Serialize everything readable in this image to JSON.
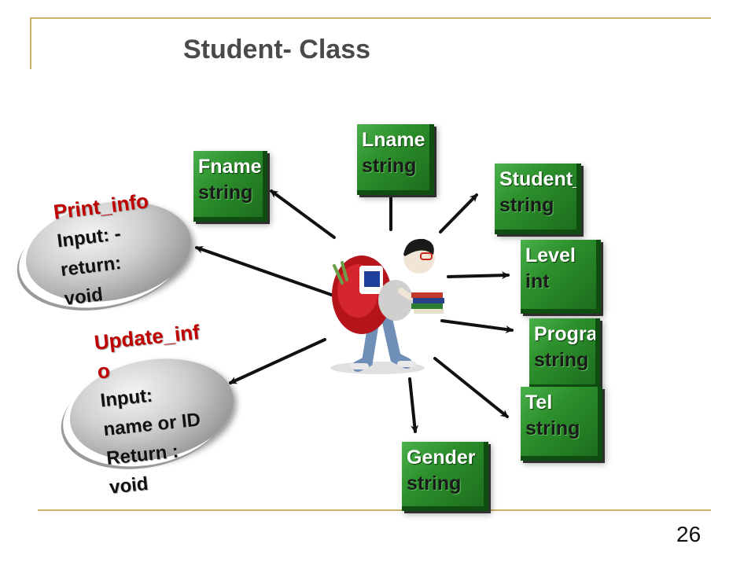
{
  "slide": {
    "title": "Student- Class",
    "page_number": "26"
  },
  "colors": {
    "frame_line": "#c9b46a",
    "attribute_box": "#2c8f2c",
    "method_name": "#c00000",
    "method_disc": "#bdbdbd"
  },
  "center_figure": {
    "icon": "student-with-backpack-icon"
  },
  "attributes": [
    {
      "id": "fname",
      "name": "Fname",
      "type": "string"
    },
    {
      "id": "lname",
      "name": "Lname",
      "type": "string"
    },
    {
      "id": "student-id",
      "name": "Student_",
      "type": "string"
    },
    {
      "id": "level",
      "name": "Level",
      "type": "int"
    },
    {
      "id": "program",
      "name": "Progra",
      "type": "string"
    },
    {
      "id": "tel",
      "name": "Tel",
      "type": "string"
    },
    {
      "id": "gender",
      "name": "Gender",
      "type": "string"
    }
  ],
  "methods": [
    {
      "id": "print-info",
      "name": "Print_info",
      "lines": [
        "Input: -",
        "return:",
        "void"
      ]
    },
    {
      "id": "update-info",
      "name_lines": [
        "Update_inf",
        "o"
      ],
      "lines": [
        "Input:",
        "name or ID",
        "Return :",
        "void"
      ]
    }
  ]
}
